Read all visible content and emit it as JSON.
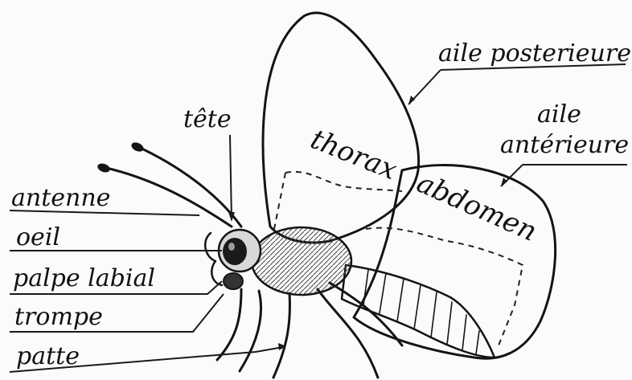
{
  "labels": {
    "aile_posterieure": "aile posterieure",
    "aile_anterieure_1": "aile",
    "aile_anterieure_2": "antérieure",
    "tete": "tête",
    "thorax": "thorax",
    "abdomen": "abdomen",
    "antenne": "antenne",
    "oeil": "oeil",
    "palpe_labial": "palpe labial",
    "trompe": "trompe",
    "patte": "patte"
  },
  "colors": {
    "ink": "#141414",
    "paper": "#fbfbfb",
    "body_shade": "#e2e2e2"
  }
}
